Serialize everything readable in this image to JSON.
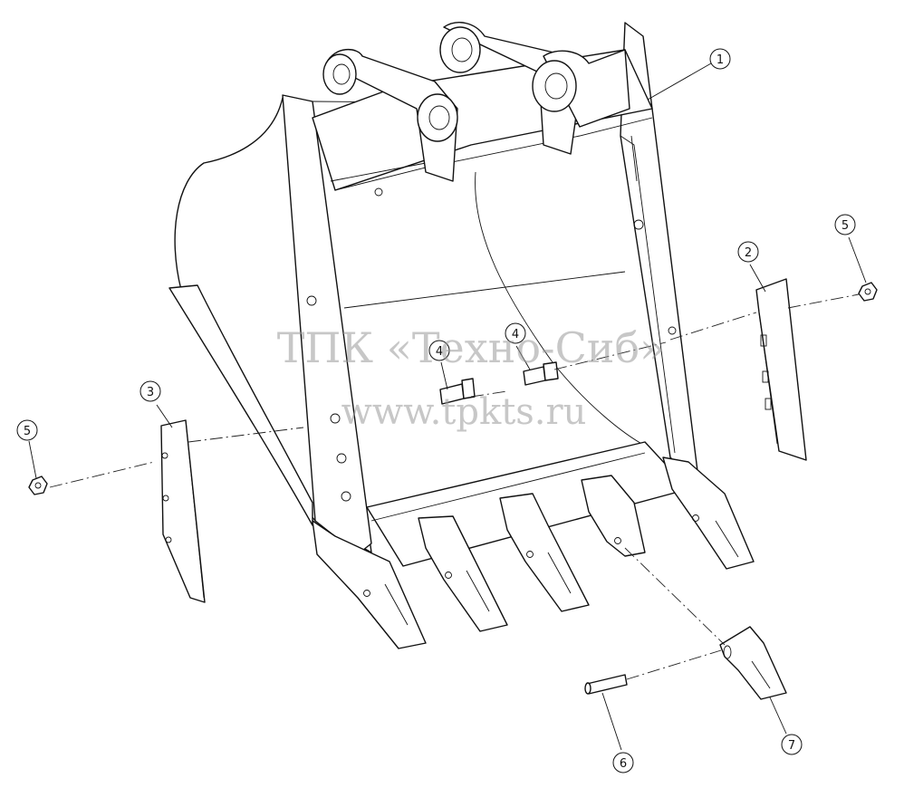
{
  "callouts": [
    {
      "label": "1"
    },
    {
      "label": "2"
    },
    {
      "label": "3"
    },
    {
      "label": "4"
    },
    {
      "label": "4"
    },
    {
      "label": "5"
    },
    {
      "label": "5"
    },
    {
      "label": "6"
    },
    {
      "label": "7"
    }
  ],
  "watermark": {
    "line1": "ТПК «Техно-Сиб»",
    "line2": "www.tpkts.ru"
  },
  "colors": {
    "line": "#111111",
    "watermark": "#9a9a9a",
    "background": "#ffffff"
  }
}
